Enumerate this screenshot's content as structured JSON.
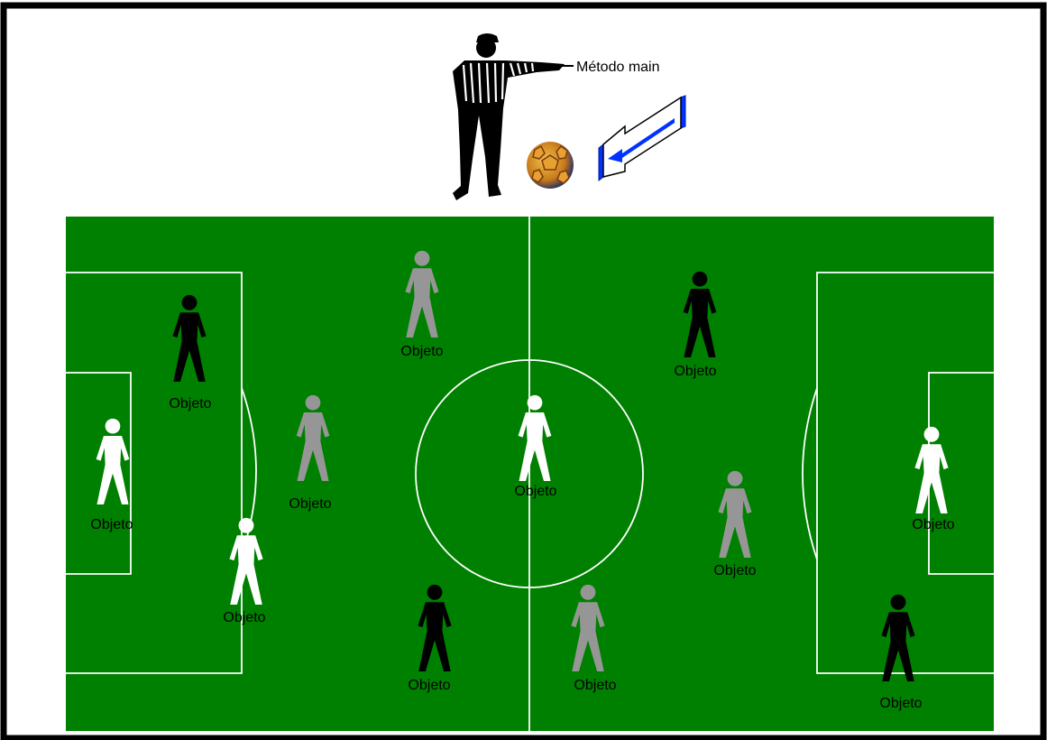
{
  "header": {
    "referee_label": "Método main"
  },
  "players": [
    {
      "team": "black",
      "label": "Objeto"
    },
    {
      "team": "white",
      "label": "Objeto"
    },
    {
      "team": "white",
      "label": "Objeto"
    },
    {
      "team": "gray",
      "label": "Objeto"
    },
    {
      "team": "gray",
      "label": "Objeto"
    },
    {
      "team": "white",
      "label": "Objeto"
    },
    {
      "team": "black",
      "label": "Objeto"
    },
    {
      "team": "gray",
      "label": "Objeto"
    },
    {
      "team": "black",
      "label": "Objeto"
    },
    {
      "team": "gray",
      "label": "Objeto"
    },
    {
      "team": "white",
      "label": "Objeto"
    },
    {
      "team": "black",
      "label": "Objeto"
    }
  ],
  "colors": {
    "pitch": "#008000",
    "lines": "#ffffff",
    "border": "#000000",
    "arrow": "#0033ff",
    "team_black": "#000000",
    "team_white": "#ffffff",
    "team_gray": "#969696"
  },
  "icons": {
    "referee": "referee-icon",
    "ball": "ball-icon",
    "arrow": "arrow-icon",
    "player": "player-icon"
  }
}
